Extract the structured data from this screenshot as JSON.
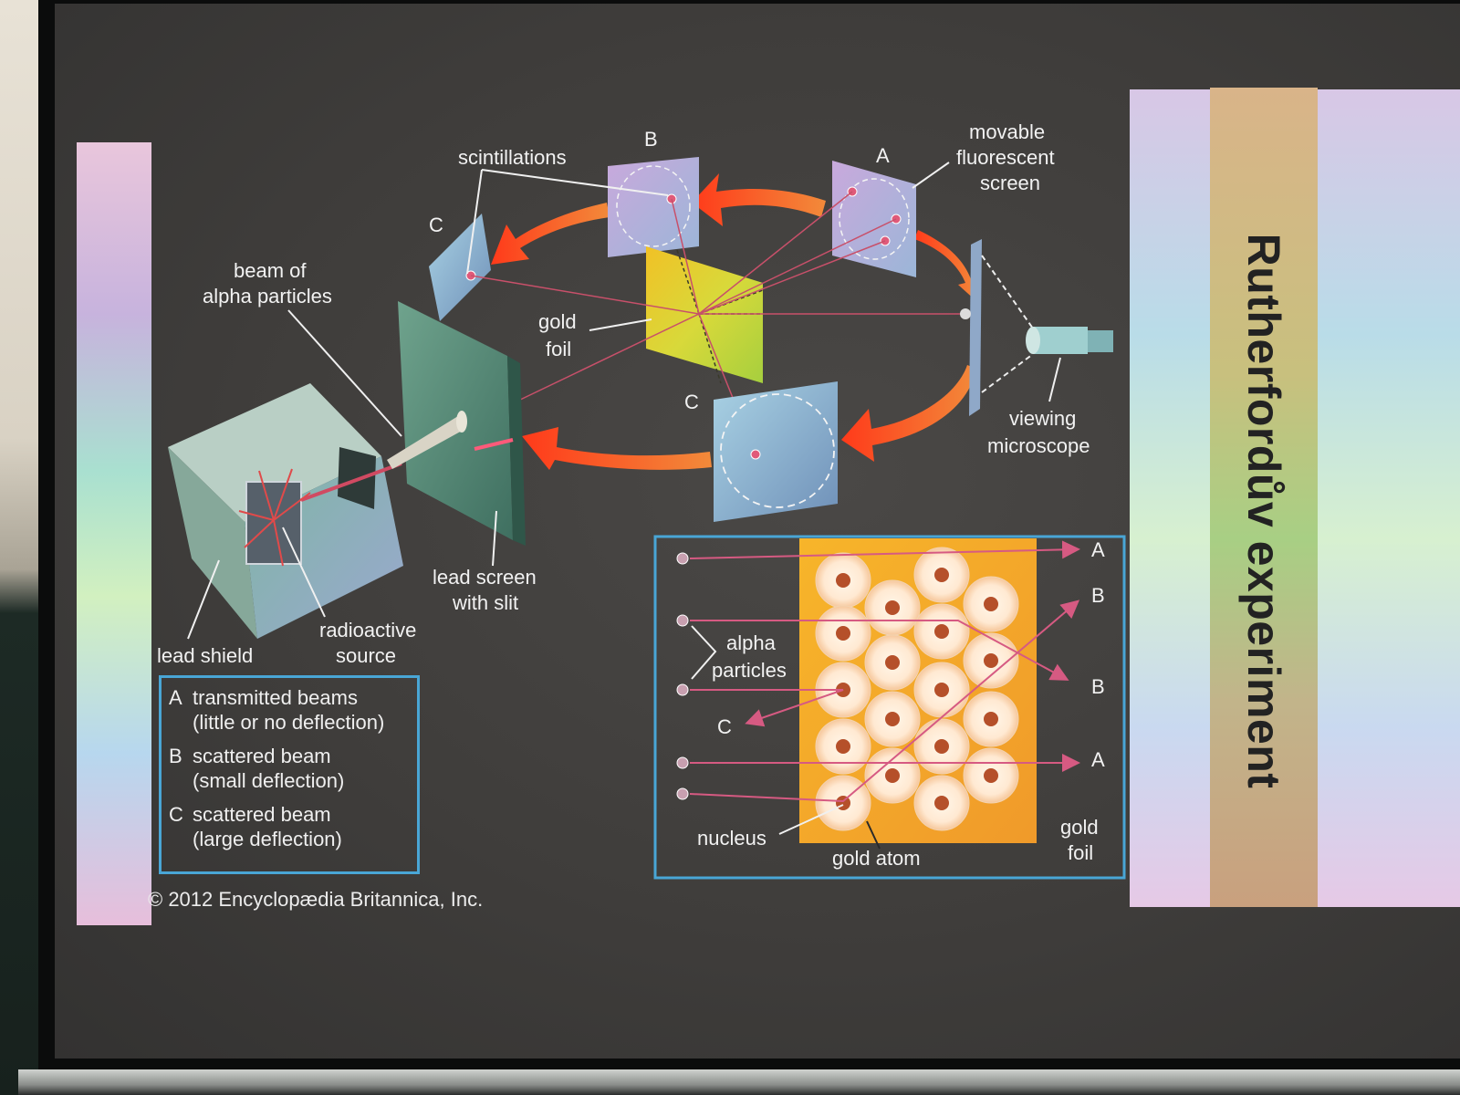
{
  "title": "Rutherfordův experiment",
  "copyright": "© 2012 Encyclopædia Britannica, Inc.",
  "apparatus_labels": {
    "scintillations": "scintillations",
    "screen_b": "B",
    "screen_a": "A",
    "movable_screen_line1": "movable",
    "movable_screen_line2": "fluorescent",
    "movable_screen_line3": "screen",
    "screen_c_upper": "C",
    "beam_line1": "beam of",
    "beam_line2": "alpha particles",
    "gold_foil_line1": "gold",
    "gold_foil_line2": "foil",
    "screen_c_lower": "C",
    "microscope_line1": "viewing",
    "microscope_line2": "microscope",
    "lead_screen_line1": "lead screen",
    "lead_screen_line2": "with slit",
    "radioactive_line1": "radioactive",
    "radioactive_line2": "source",
    "lead_shield": "lead shield"
  },
  "legend": [
    {
      "key": "A",
      "line1": "transmitted beams",
      "line2": "(little or no deflection)"
    },
    {
      "key": "B",
      "line1": "scattered beam",
      "line2": "(small deflection)"
    },
    {
      "key": "C",
      "line1": "scattered beam",
      "line2": "(large deflection)"
    }
  ],
  "inset": {
    "alpha_line1": "alpha",
    "alpha_line2": "particles",
    "nucleus": "nucleus",
    "gold_atom": "gold atom",
    "gold_foil_line1": "gold",
    "gold_foil_line2": "foil",
    "a_top": "A",
    "b_upper": "B",
    "b_lower": "B",
    "a_bottom": "A",
    "c_left": "C"
  },
  "colors": {
    "legend_border": "#49a6d6",
    "arrow": "#f04a22",
    "gold": "#f2a51e",
    "beam": "#c8506a"
  }
}
